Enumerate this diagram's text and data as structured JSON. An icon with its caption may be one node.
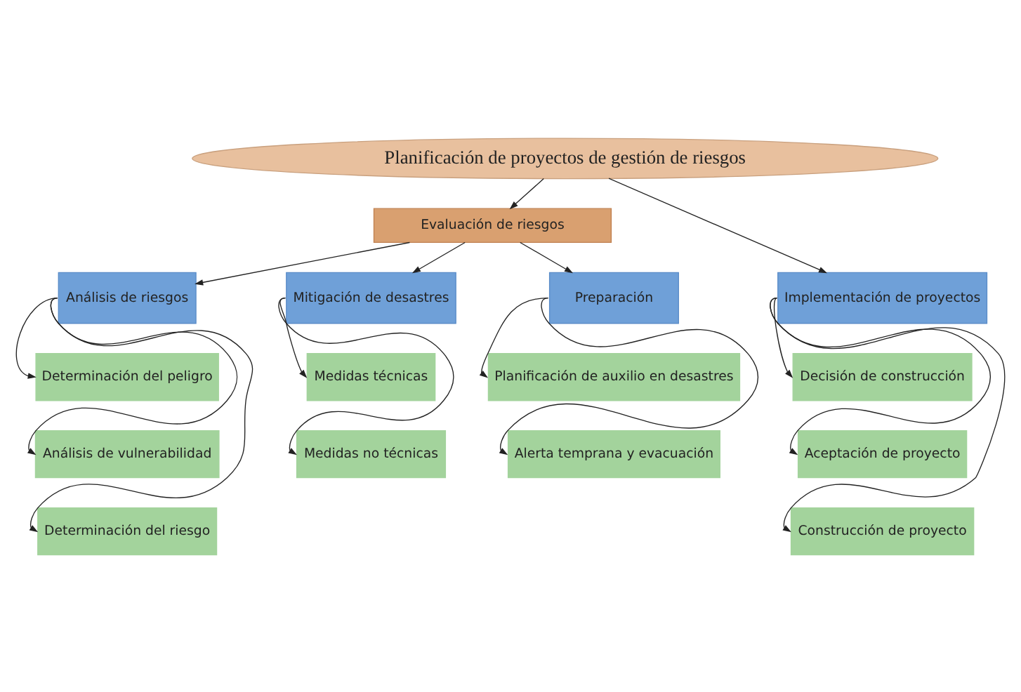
{
  "diagram": {
    "nodes": [
      {
        "text": [
          "Planificación de proyectos de gestión de riesgos"
        ]
      },
      {
        "text": [
          "Evaluación de riesgos"
        ]
      },
      {
        "text": [
          "Análisis de riesgos"
        ]
      },
      {
        "text": [
          "Mitigación de desastres"
        ]
      },
      {
        "text": [
          "Preparación"
        ]
      },
      {
        "text": [
          "Implementación de proyectos"
        ]
      },
      {
        "text": [
          "Determinación del peligro"
        ]
      },
      {
        "text": [
          "Análisis de vulnerabilidad"
        ]
      },
      {
        "text": [
          "Determinación del riesgo"
        ]
      },
      {
        "text": [
          "Medidas técnicas"
        ]
      },
      {
        "text": [
          "Medidas no técnicas"
        ]
      },
      {
        "text": [
          "Planificación de auxilio en desastres"
        ]
      },
      {
        "text": [
          "Alerta temprana y evacuación"
        ]
      },
      {
        "text": [
          "Decisión de construcción"
        ]
      },
      {
        "text": [
          "Aceptación de proyecto"
        ]
      },
      {
        "text": [
          "Construcción de proyecto"
        ]
      }
    ],
    "edges": [
      {
        "from": 0,
        "to": 1,
        "arrow": "to"
      },
      {
        "from": 0,
        "to": 5,
        "arrow": "to"
      },
      {
        "from": 1,
        "to": 2,
        "arrow": "to"
      },
      {
        "from": 1,
        "to": 3,
        "arrow": "to"
      },
      {
        "from": 1,
        "to": 4,
        "arrow": "to"
      },
      {
        "from": 2,
        "to": 6,
        "arrow": "to"
      },
      {
        "from": 2,
        "to": 7,
        "arrow": "to"
      },
      {
        "from": 2,
        "to": 8,
        "arrow": "to"
      },
      {
        "from": 3,
        "to": 9,
        "arrow": "to"
      },
      {
        "from": 3,
        "to": 10,
        "arrow": "to"
      },
      {
        "from": 4,
        "to": 11,
        "arrow": "to"
      },
      {
        "from": 4,
        "to": 12,
        "arrow": "to"
      },
      {
        "from": 5,
        "to": 13,
        "arrow": "to"
      },
      {
        "from": 5,
        "to": 14,
        "arrow": "to"
      },
      {
        "from": 5,
        "to": 15,
        "arrow": "to"
      }
    ]
  }
}
